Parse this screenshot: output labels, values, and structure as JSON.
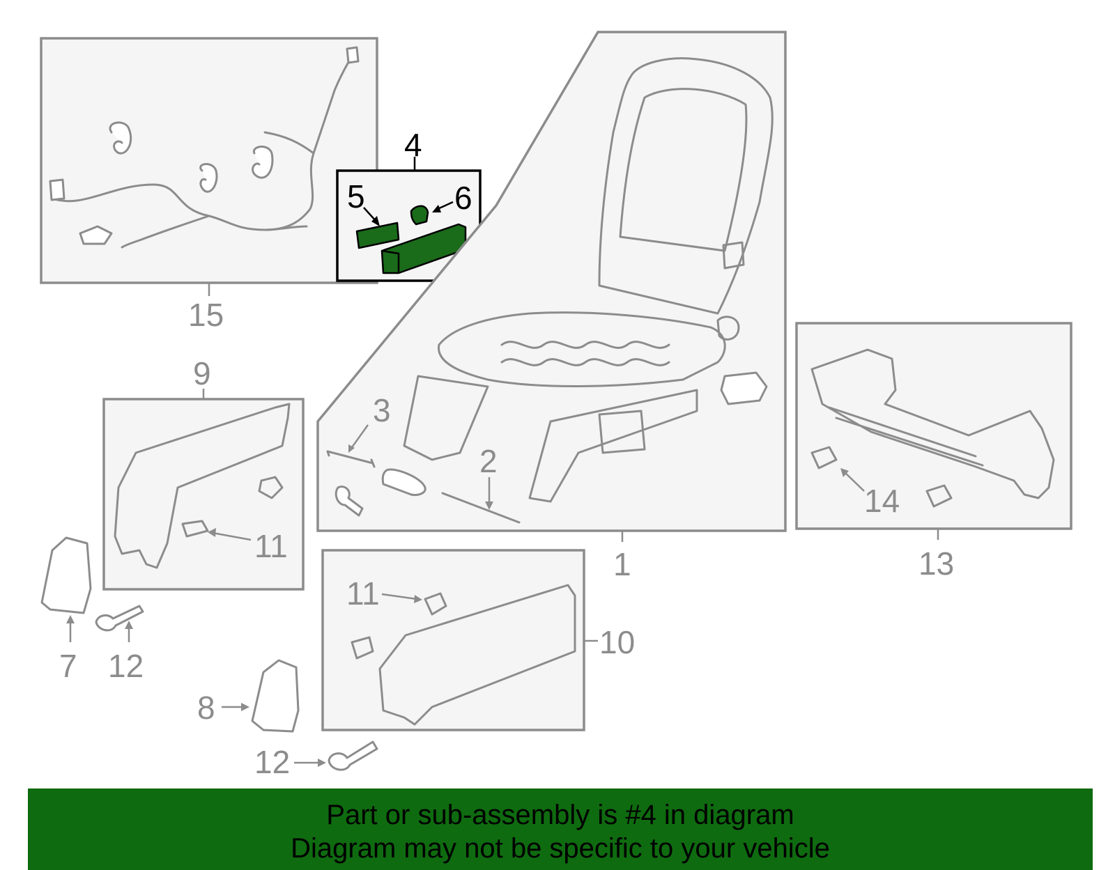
{
  "callouts": {
    "c1": "1",
    "c2": "2",
    "c3": "3",
    "c4": "4",
    "c5": "5",
    "c6": "6",
    "c7": "7",
    "c8": "8",
    "c9": "9",
    "c10": "10",
    "c11a": "11",
    "c11b": "11",
    "c12a": "12",
    "c12b": "12",
    "c13": "13",
    "c14": "14",
    "c15": "15"
  },
  "colors": {
    "highlight": "#1a6b1a",
    "banner": "#0f6b10",
    "line": "#8c8c8c"
  },
  "banner": {
    "line1": "Part or sub-assembly is #4 in diagram",
    "line2": "Diagram may not be specific to your vehicle"
  }
}
